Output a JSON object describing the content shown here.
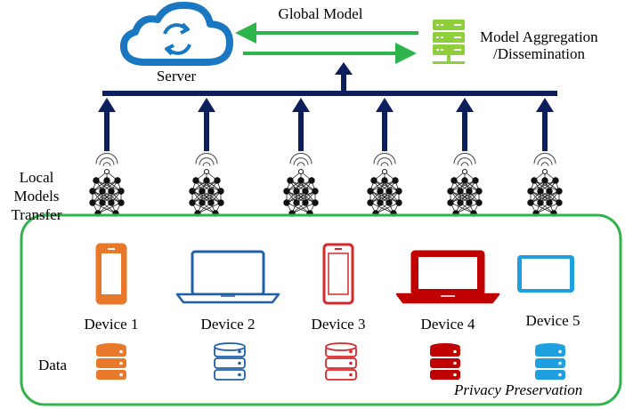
{
  "server": {
    "label": "Server"
  },
  "global_model": {
    "label": "Global Model"
  },
  "aggregation": {
    "label_line1": "Model Aggregation",
    "label_line2": "/Dissemination"
  },
  "transfer": {
    "line1": "Local",
    "line2": "Models",
    "line3": "Transfer"
  },
  "data_label": "Data",
  "privacy_label": "Privacy Preservation",
  "devices": [
    {
      "label": "Device 1",
      "type": "phone",
      "color": "#e8782a"
    },
    {
      "label": "Device 2",
      "type": "laptop",
      "color": "#1f5fa8"
    },
    {
      "label": "Device 3",
      "type": "phone",
      "color": "#d62828"
    },
    {
      "label": "Device 4",
      "type": "laptop",
      "color": "#c00000"
    },
    {
      "label": "Device 5",
      "type": "tablet",
      "color": "#1ea0e0"
    }
  ],
  "databases": [
    {
      "color": "#e8782a",
      "style": "filled"
    },
    {
      "color": "#1f5fa8",
      "style": "outline"
    },
    {
      "color": "#d62828",
      "style": "outline"
    },
    {
      "color": "#c00000",
      "style": "filled"
    },
    {
      "color": "#1ea0e0",
      "style": "filled"
    }
  ],
  "colors": {
    "bus": "#0b1f5c",
    "green_arrow": "#2db54b",
    "privacy_border": "#2db54b",
    "server_cloud": "#1a78c2",
    "aggregation_icon": "#8fcf3c"
  }
}
